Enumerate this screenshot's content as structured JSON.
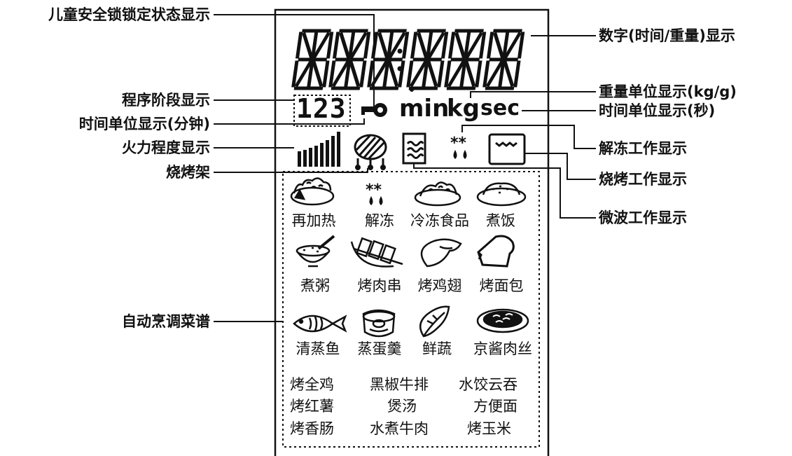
{
  "callouts": {
    "child_lock": "儿童安全锁锁定状态显示",
    "program_stage": "程序阶段显示",
    "time_unit_min": "时间单位显示(分钟)",
    "power_level": "火力程度显示",
    "grill_rack": "烧烤架",
    "auto_menu": "自动烹调菜谱",
    "digits": "数字(时间/重量)显示",
    "weight_unit": "重量单位显示(kg/g)",
    "time_unit_sec": "时间单位显示(秒)",
    "defrost_work": "解冻工作显示",
    "grill_work": "烧烤工作显示",
    "microwave_work": "微波工作显示"
  },
  "lcd": {
    "stage_digits": "123",
    "unit_min": "min",
    "unit_kg": "kg",
    "unit_sec": "sec"
  },
  "menu": {
    "icon_rows": [
      [
        {
          "label": "再加热",
          "icon": "reheat-plate-icon"
        },
        {
          "label": "解冻",
          "icon": "snowflake-drops-icon"
        },
        {
          "label": "冷冻食品",
          "icon": "frozen-dumplings-icon"
        },
        {
          "label": "煮饭",
          "icon": "rice-plate-icon"
        }
      ],
      [
        {
          "label": "煮粥",
          "icon": "porridge-bowl-icon"
        },
        {
          "label": "烤肉串",
          "icon": "skewer-icon"
        },
        {
          "label": "烤鸡翅",
          "icon": "chicken-wing-icon"
        },
        {
          "label": "烤面包",
          "icon": "toast-icon"
        }
      ],
      [
        {
          "label": "清蒸鱼",
          "icon": "fish-icon"
        },
        {
          "label": "蒸蛋羹",
          "icon": "egg-custard-icon"
        },
        {
          "label": "鲜蔬",
          "icon": "vegetable-icon"
        },
        {
          "label": "京酱肉丝",
          "icon": "shredded-pork-icon"
        }
      ]
    ],
    "text_rows": [
      [
        "烤全鸡",
        "黑椒牛排",
        "水饺云吞"
      ],
      [
        "烤红薯",
        "煲汤",
        "方便面"
      ],
      [
        "烤香肠",
        "水煮牛肉",
        "烤玉米"
      ]
    ]
  }
}
